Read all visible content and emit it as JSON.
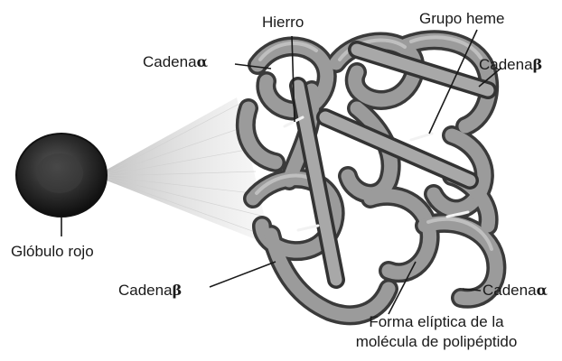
{
  "labels": {
    "iron": "Hierro",
    "heme_group": "Grupo heme",
    "chain_alpha_top": {
      "word": "Cadena",
      "symbol": "α"
    },
    "chain_beta_top": {
      "word": "Cadena",
      "symbol": "β"
    },
    "red_blood_cell": "Glóbulo rojo",
    "chain_beta_bottom": {
      "word": "Cadena",
      "symbol": "β"
    },
    "chain_alpha_bottom": {
      "word": "Cadena",
      "symbol": "α"
    },
    "elliptic_shape_line1": "Forma elíptica de la",
    "elliptic_shape_line2": "molécula de polipéptido"
  },
  "colors": {
    "text": "#1a1a1a",
    "chain_light": "#9a9a9a",
    "chain_dark": "#4a4a4a",
    "cell": "#2a2a2a"
  }
}
